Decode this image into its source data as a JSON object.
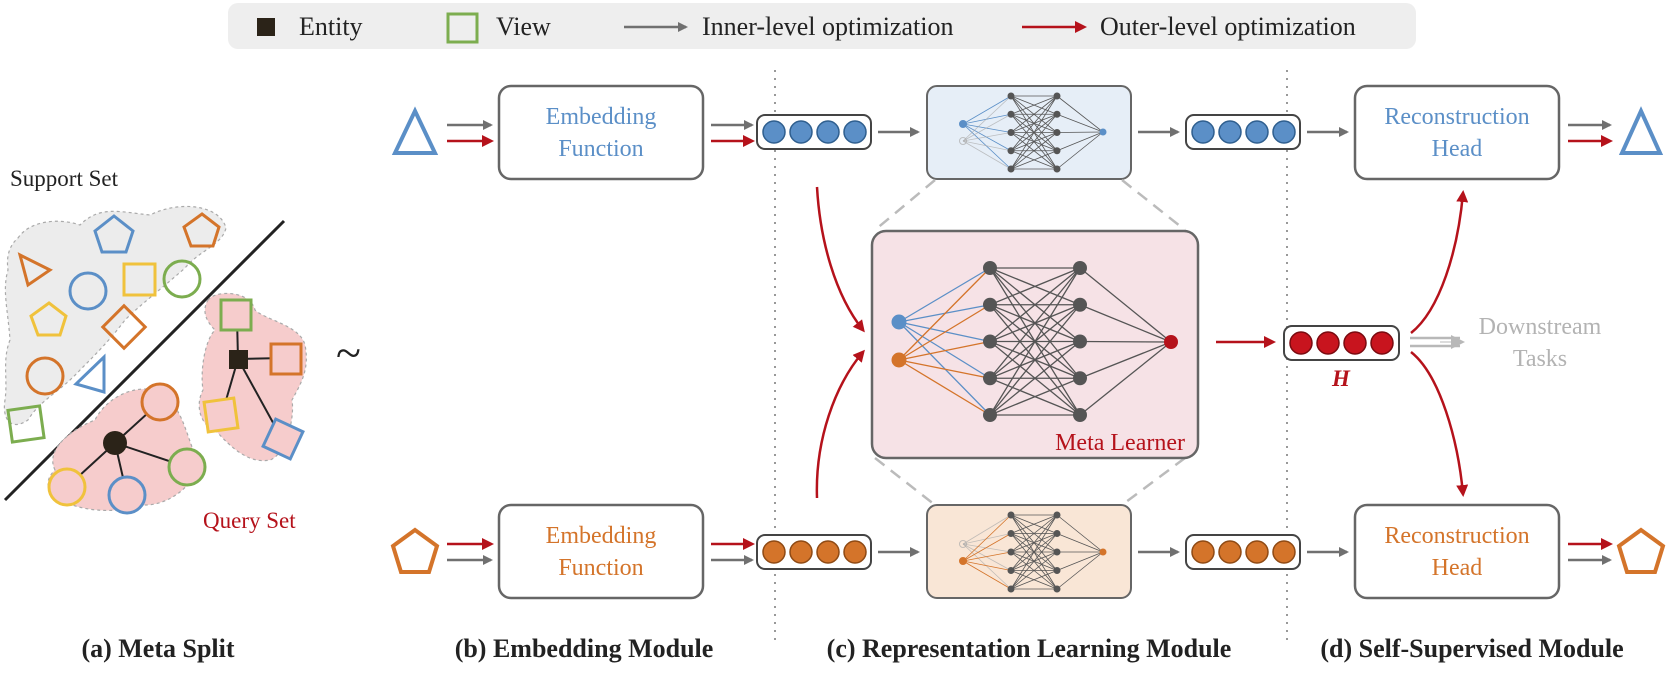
{
  "legend": {
    "entity": "Entity",
    "view": "View",
    "inner": "Inner-level optimization",
    "outer": "Outer-level optimization"
  },
  "meta_split": {
    "support_label": "Support Set",
    "query_label": "Query Set",
    "tilde": "~"
  },
  "embedding": {
    "top_line1": "Embedding",
    "top_line2": "Function",
    "bottom_line1": "Embedding",
    "bottom_line2": "Function"
  },
  "representation": {
    "meta_learner_label": "Meta Learner",
    "h_label": "H"
  },
  "self_supervised": {
    "top_line1": "Reconstruction",
    "top_line2": "Head",
    "bottom_line1": "Reconstruction",
    "bottom_line2": "Head",
    "downstream_line1": "Downstream",
    "downstream_line2": "Tasks"
  },
  "captions": {
    "a": "(a) Meta Split",
    "b": "(b) Embedding Module",
    "c": "(c) Representation Learning Module",
    "d": "(d) Self-Supervised Module"
  },
  "colors": {
    "blue": "#5b8fc7",
    "orange": "#d4742a",
    "red": "#b5121b",
    "green": "#7cad4f",
    "yellow": "#f0c23c",
    "gray": "#707070"
  }
}
